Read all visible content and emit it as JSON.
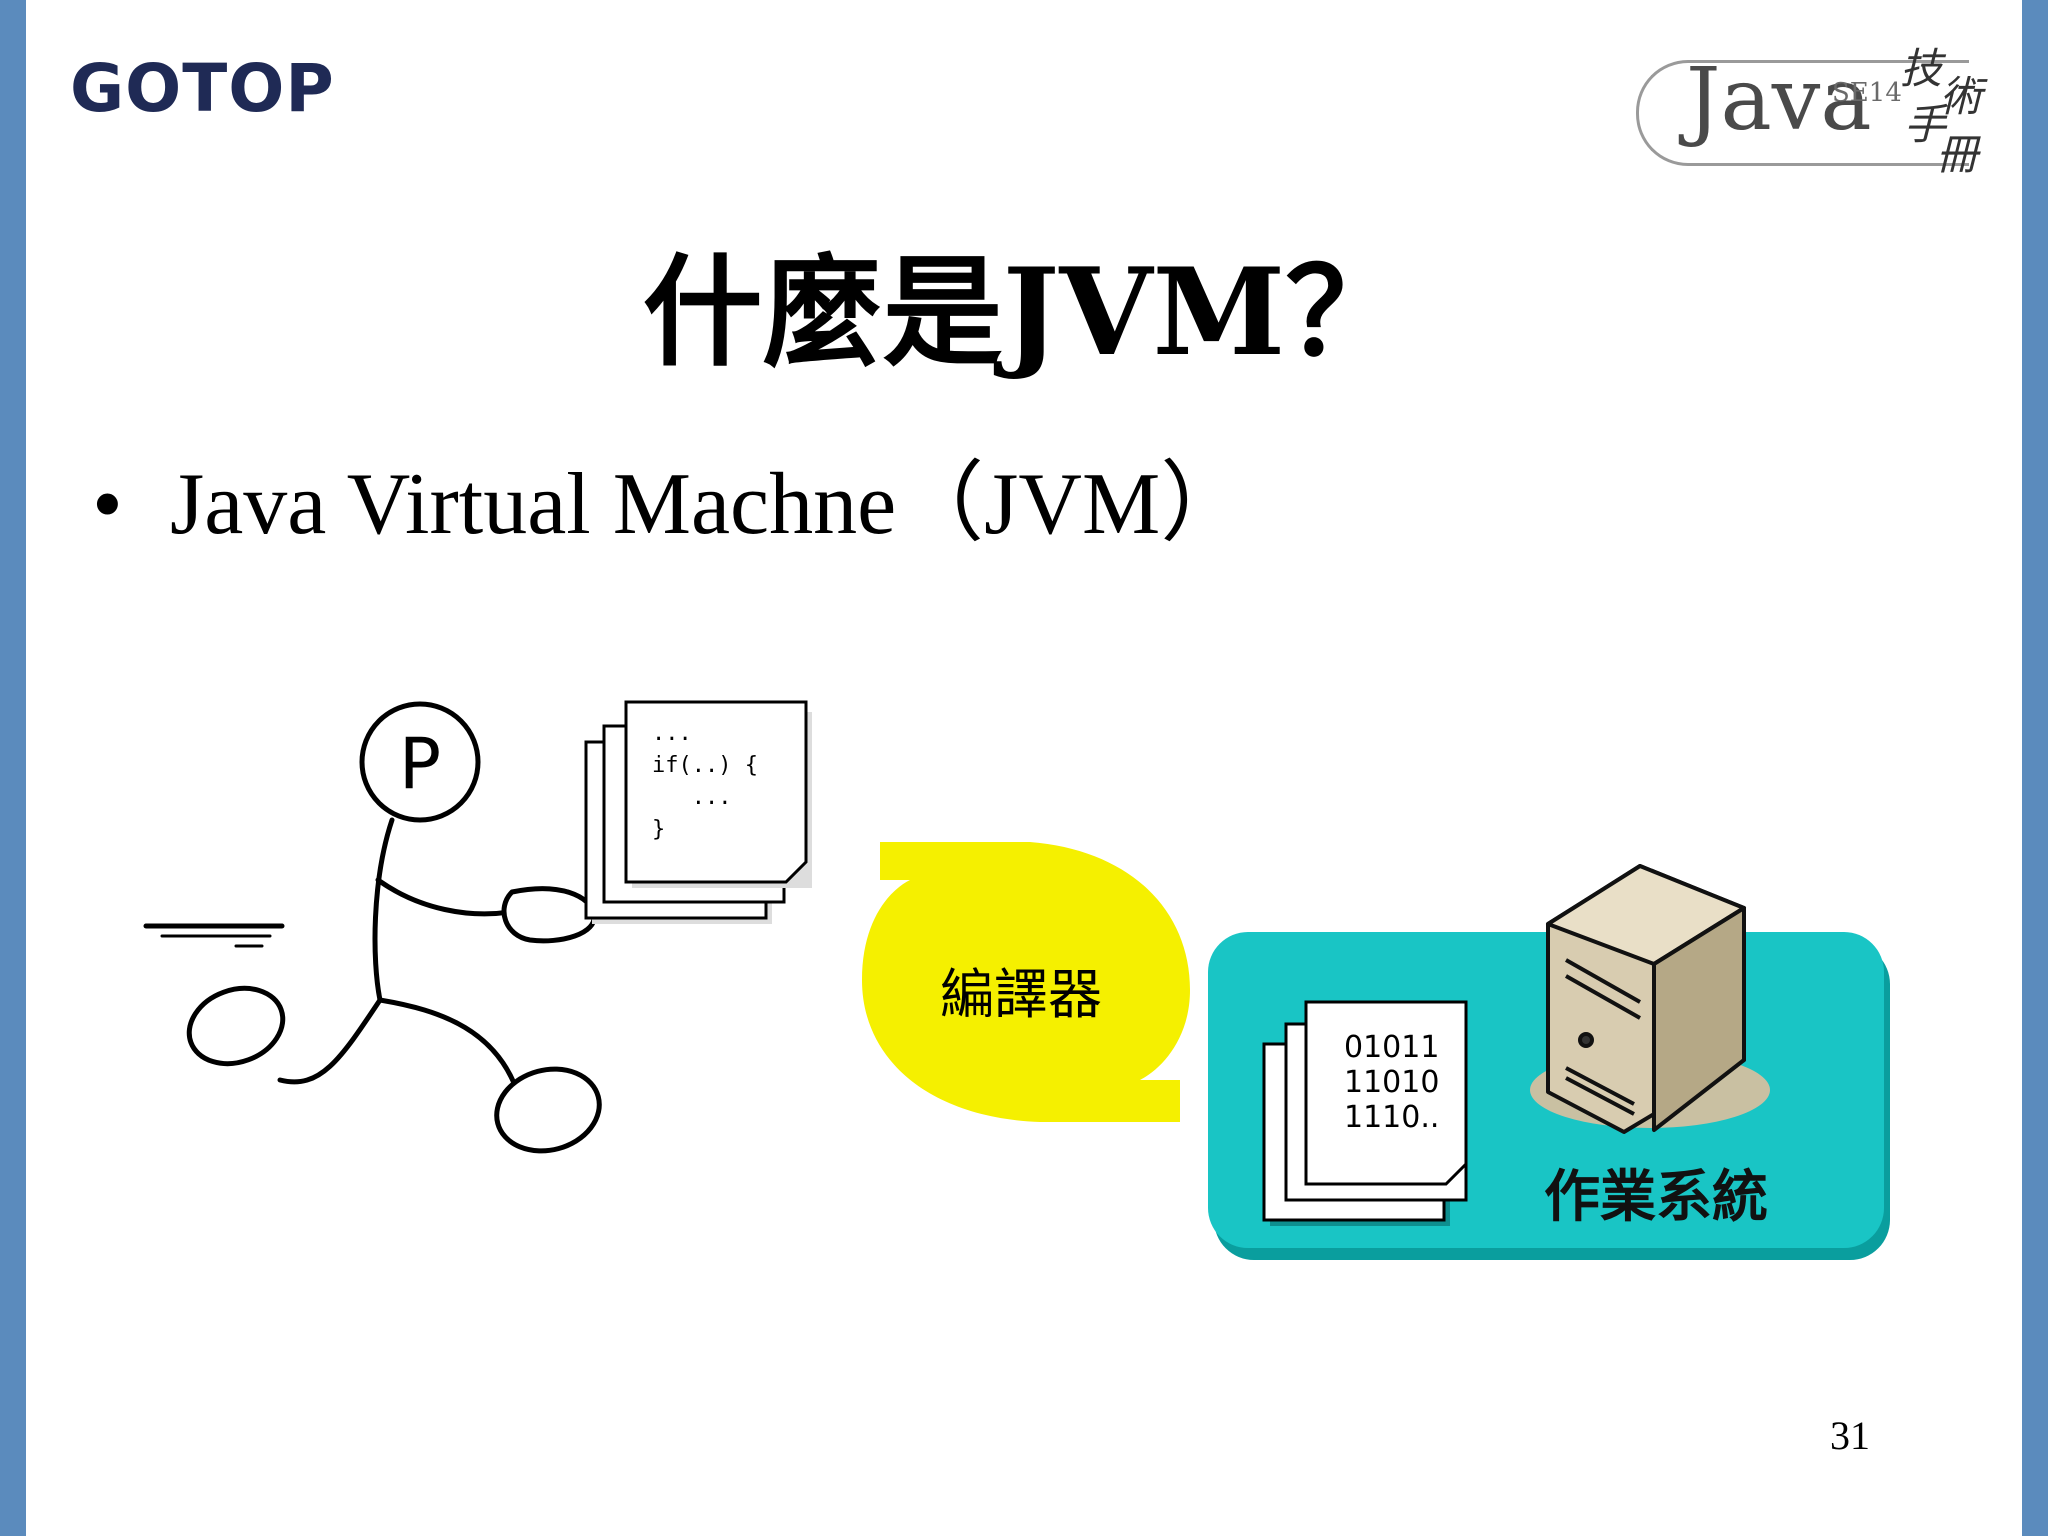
{
  "brand": {
    "logo_text": "GOTOP"
  },
  "badge": {
    "java": "Java",
    "edition": "SE14",
    "cn_chars": [
      "技",
      "術",
      "手",
      "冊"
    ]
  },
  "title": "什麼是JVM？",
  "bullet": {
    "text": "Java Virtual Machne（JVM）"
  },
  "diagram": {
    "person_label": "P",
    "source_code": "...\nif(..) {\n   ...\n}",
    "compiler_label": "編譯器",
    "binary_lines": [
      "01011",
      "11010",
      "1110.."
    ],
    "os_label": "作業系統",
    "colors": {
      "compiler": "#f5f000",
      "os_platform": "#19c5c5",
      "server": "#d8ccb0"
    }
  },
  "page_number": "31",
  "colors": {
    "side_bar": "#5b8bbd",
    "logo": "#1f2a55"
  }
}
